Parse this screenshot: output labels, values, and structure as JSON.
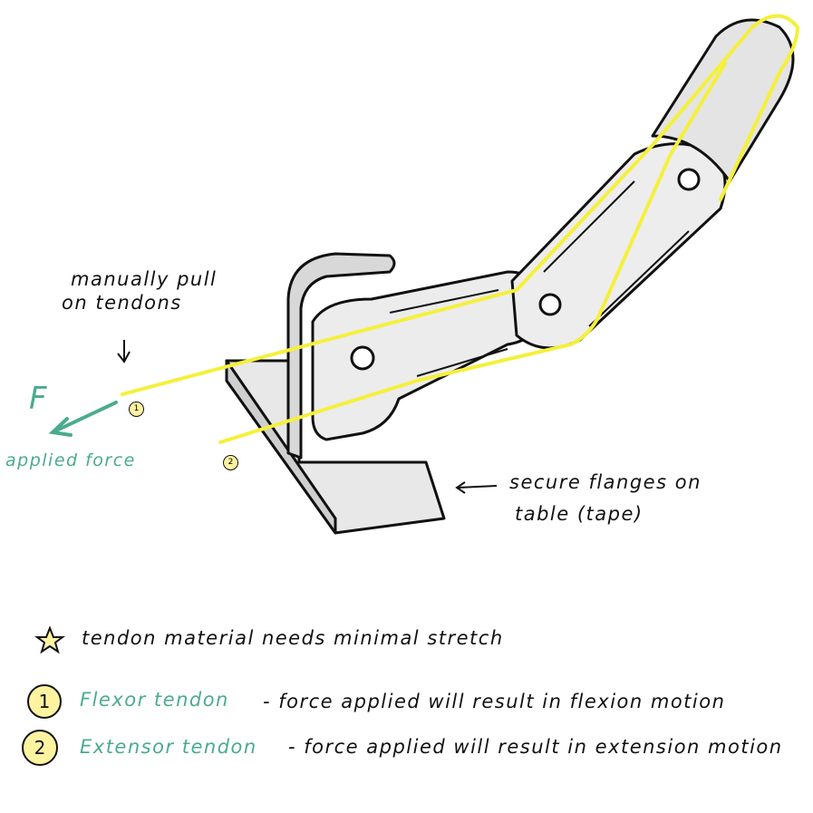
{
  "annotations": {
    "pull_label_line1": "manually pull",
    "pull_label_line2": "on tendons",
    "force_symbol": "F",
    "force_label": "applied force",
    "flexor_marker": "1",
    "extensor_marker": "2",
    "flange_label_line1": "secure flanges on",
    "flange_label_line2": "table (tape)"
  },
  "notes": {
    "star_note": "tendon material needs minimal stretch",
    "legend": [
      {
        "number": "1",
        "name": "Flexor tendon",
        "description": "- force applied will result in flexion motion"
      },
      {
        "number": "2",
        "name": "Extensor tendon",
        "description": "- force applied will result in extension motion"
      }
    ]
  },
  "colors": {
    "tendon": "#f5f03a",
    "accent": "#4bab8f",
    "marker_fill": "#fff3a0"
  }
}
